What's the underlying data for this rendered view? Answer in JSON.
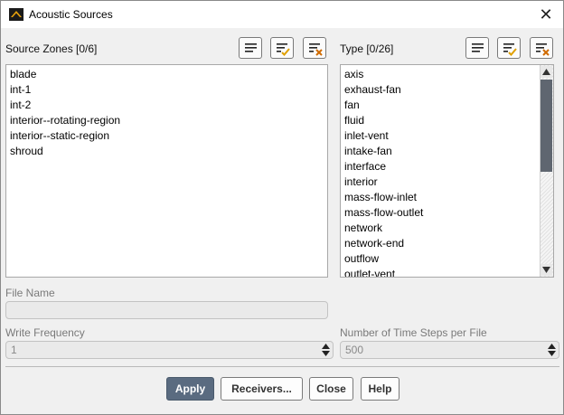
{
  "window": {
    "title": "Acoustic Sources"
  },
  "source_zones": {
    "label": "Source Zones  [0/6]",
    "items": [
      "blade",
      "int-1",
      "int-2",
      "interior--rotating-region",
      "interior--static-region",
      "shroud"
    ]
  },
  "type_list": {
    "label": "Type  [0/26]",
    "items": [
      "axis",
      "exhaust-fan",
      "fan",
      "fluid",
      "inlet-vent",
      "intake-fan",
      "interface",
      "interior",
      "mass-flow-inlet",
      "mass-flow-outlet",
      "network",
      "network-end",
      "outflow",
      "outlet-vent"
    ]
  },
  "file_name": {
    "label": "File Name",
    "value": ""
  },
  "write_frequency": {
    "label": "Write Frequency",
    "value": "1"
  },
  "time_steps": {
    "label": "Number of Time Steps per File",
    "value": "500"
  },
  "buttons": {
    "apply": "Apply",
    "receivers": "Receivers...",
    "close": "Close",
    "help": "Help"
  },
  "icons": {
    "app": "ansys-fluent-icon",
    "close": "close-icon",
    "list_all": "list-all-icon",
    "select_all": "select-all-icon",
    "deselect_all": "deselect-all-icon"
  },
  "colors": {
    "primary_button": "#5a6b80",
    "select_check": "#e0a000",
    "deselect_x": "#d06a00"
  }
}
